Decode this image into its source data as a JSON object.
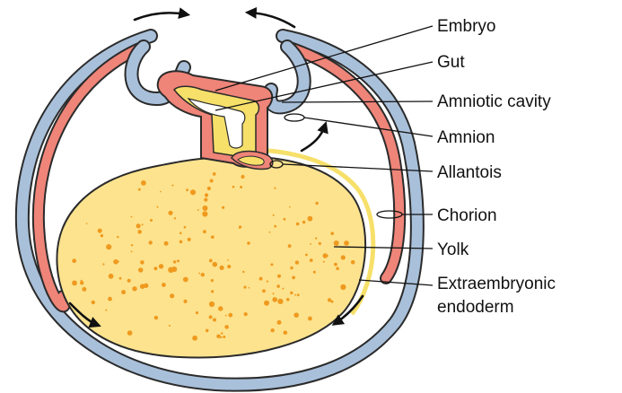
{
  "labels": {
    "embryo": "Embryo",
    "gut": "Gut",
    "amniotic_cavity": "Amniotic cavity",
    "amnion": "Amnion",
    "allantois": "Allantois",
    "chorion": "Chorion",
    "yolk": "Yolk",
    "extraembryonic_line1": "Extraembryonic",
    "extraembryonic_line2": "endoderm"
  },
  "colors": {
    "chorion_blue": "#a9c0da",
    "membrane_red": "#ef8478",
    "yolk_fill": "#fde38e",
    "endoderm_yellow": "#f6e06a",
    "yolk_speckle": "#ef9a1f",
    "outline": "#2b2b2b"
  }
}
